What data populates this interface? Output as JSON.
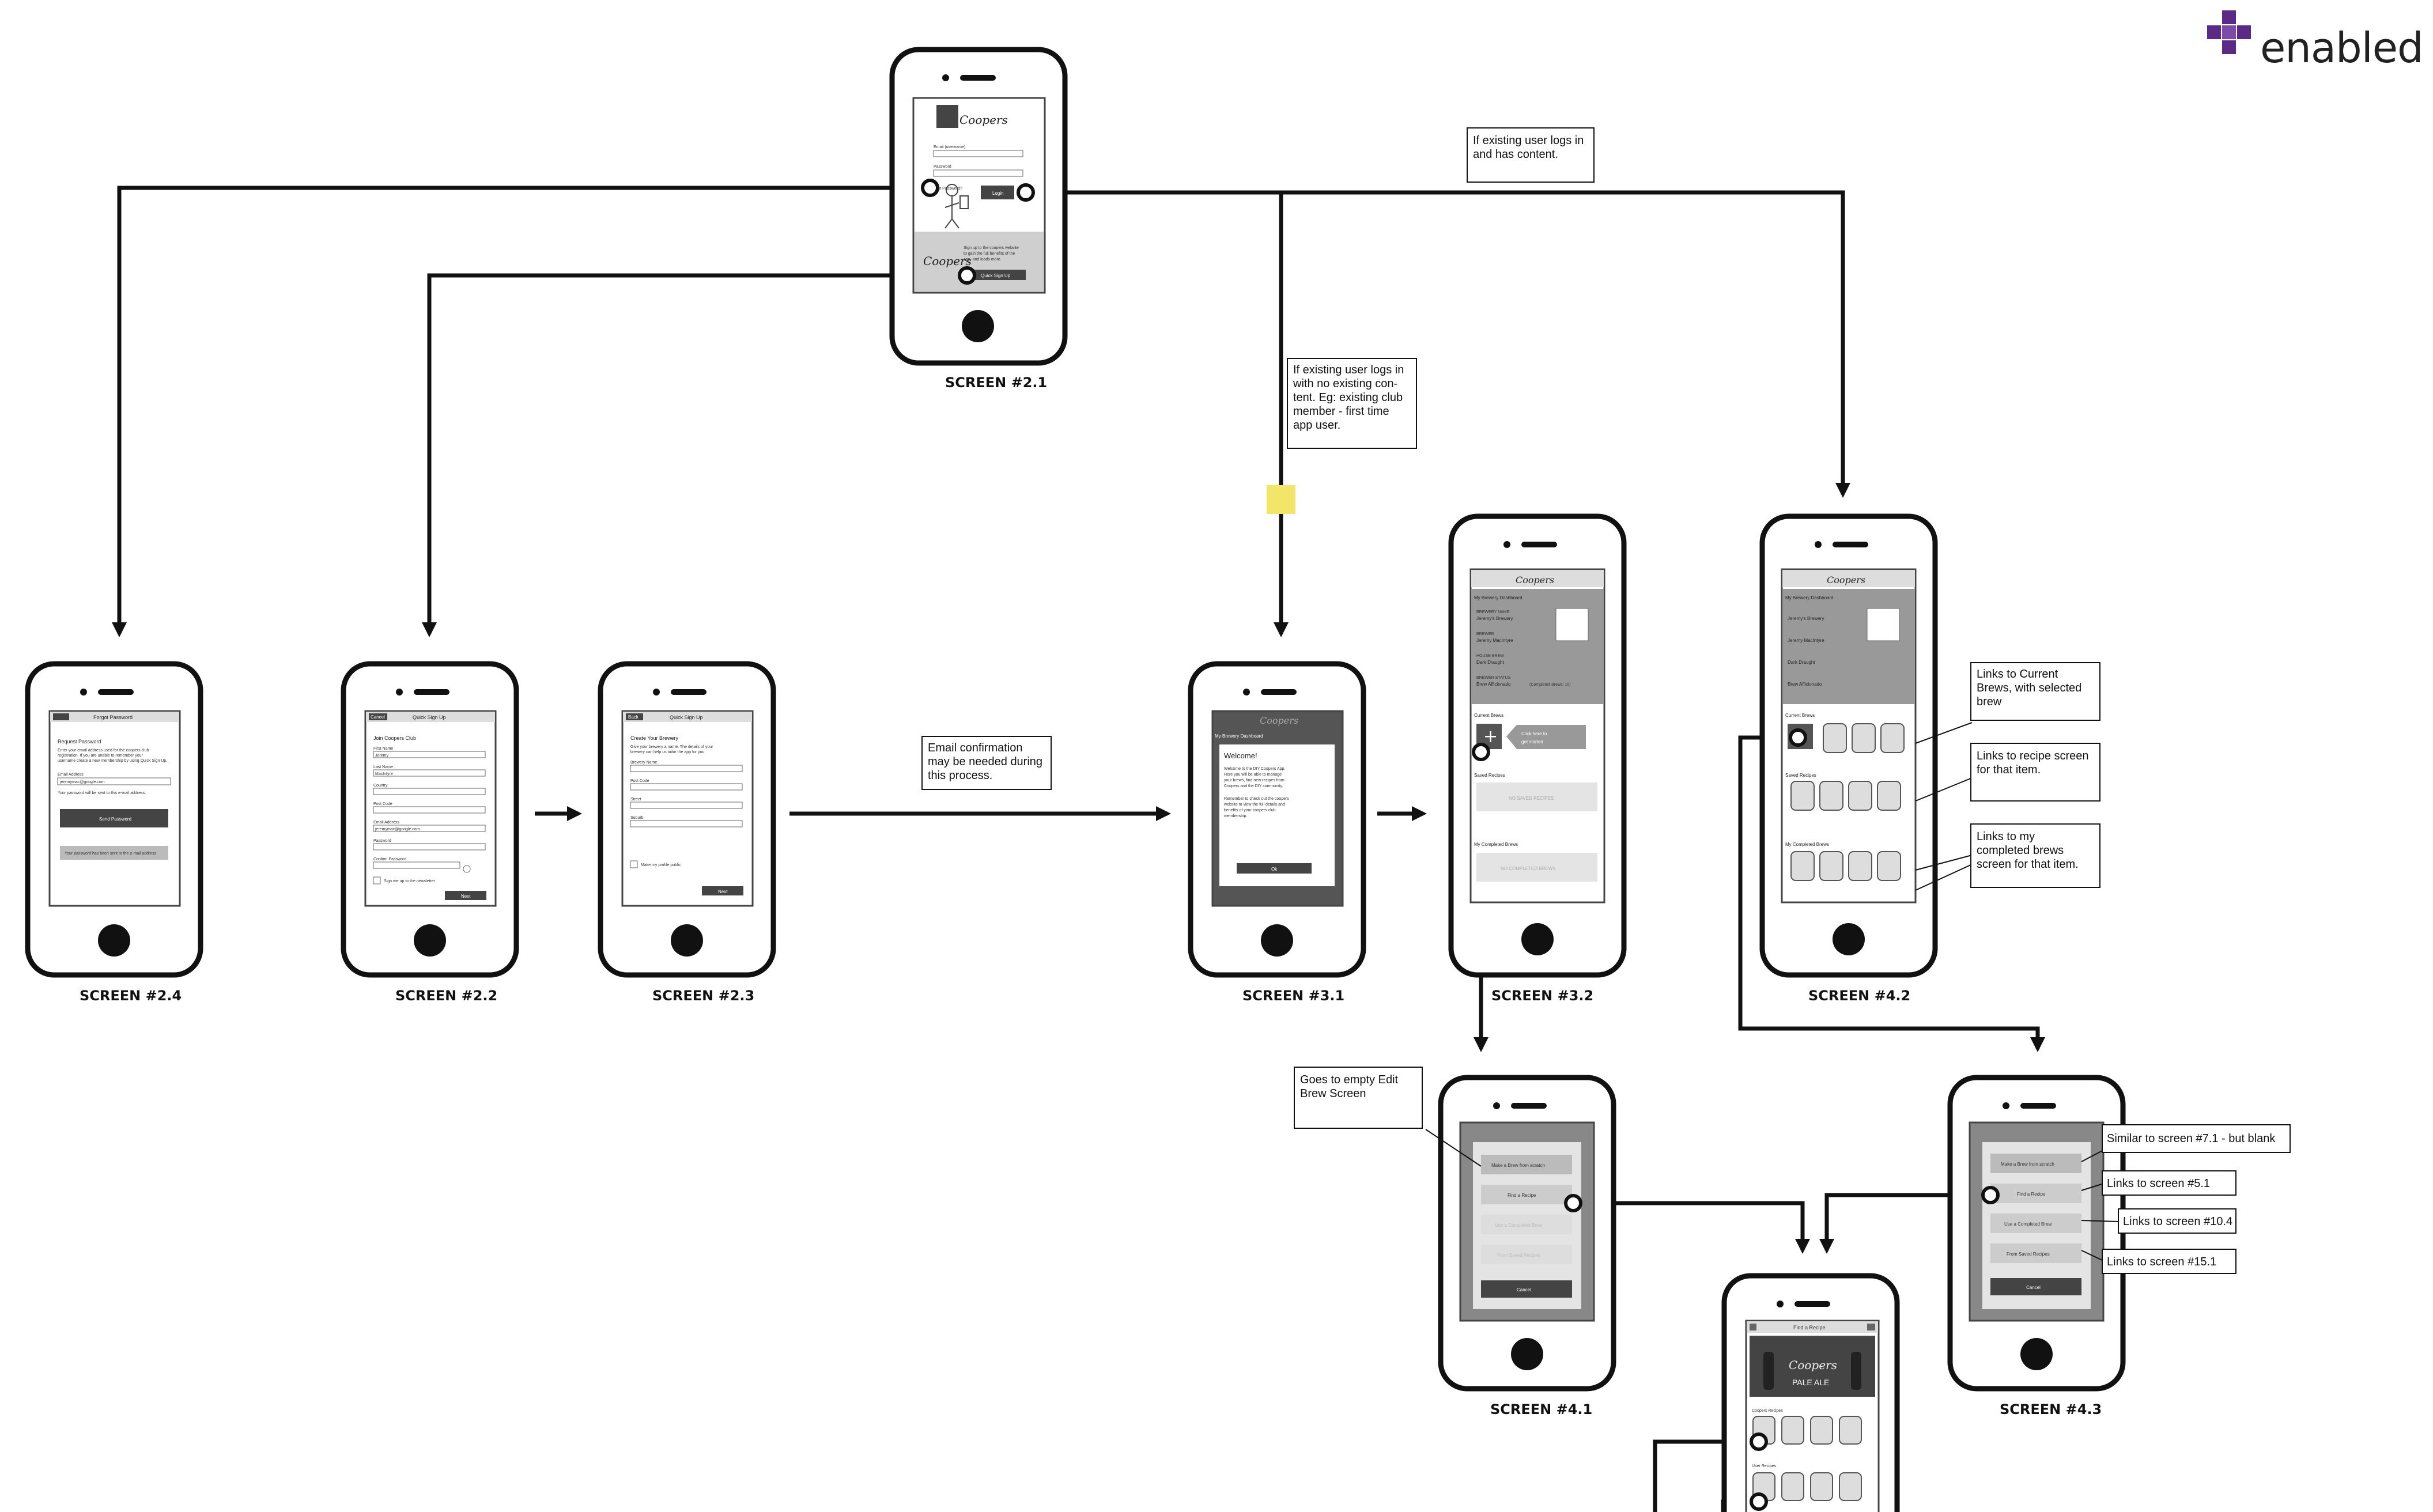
{
  "brand": {
    "logo_text": "enabled",
    "accent": "#5b2a86"
  },
  "colors": {
    "sticky": "#f3e56a",
    "dark_screen": "#555555",
    "mid_screen": "#888888",
    "light_screen": "#e4e4e4"
  },
  "screens": {
    "s21": {
      "caption": "SCREEN #2.1",
      "logo": "Coopers",
      "email_label": "Email (username)",
      "password_label": "Password",
      "forgot_label": "Lost Password?",
      "login_button": "Login",
      "signup_text": "Sign up to the coopers website to gain the full benefits of the app, and loads more.",
      "quick_signup": "Quick Sign Up"
    },
    "s24": {
      "caption": "SCREEN #2.4",
      "title": "Forgot Password",
      "heading": "Request Password",
      "body": "Enter your email address used for the coopers club registration. If you are unable to remember your username create a new membership by using the Quick Sign Up section.",
      "email_label": "Email Address",
      "email_value": "jeremymac@google.com",
      "hint": "Your password will be sent to this e-mail address.",
      "send_button": "Send Password",
      "status": "Your password has been sent to the e-mail address"
    },
    "s22": {
      "caption": "SCREEN #2.2",
      "back": "Cancel",
      "title": "Quick Sign Up",
      "heading": "Join Coopers Club",
      "first_name": "First Name",
      "first_value": "Jeremy",
      "last_name": "Last Name",
      "last_value": "MacIntyre",
      "country": "Country",
      "postcode": "Post Code",
      "email": "Email Address",
      "email_value": "jeremymac@google.com",
      "password": "Password",
      "confirm": "Confirm Password",
      "newsletter": "Sign me up to the newsletter",
      "next": "Next"
    },
    "s23": {
      "caption": "SCREEN #2.3",
      "back": "Back",
      "title": "Quick Sign Up",
      "heading": "Create Your Brewery",
      "body": "Give your brewery a name. The details of your brewery can help us tailor the app for you.",
      "brewery": "Brewery Name",
      "postcode": "Post Code",
      "street": "Street",
      "suburb": "Suburb",
      "public": "Make my profile public",
      "next": "Next"
    },
    "s31": {
      "caption": "SCREEN #3.1",
      "header": "My Brewery Dashboard",
      "welcome": "Welcome!",
      "body1": "Welcome to the DIY Coopers App. Here you will be able to manage your brews, find new recipes from Coopers and the DIY community.",
      "body2": "Remember to check out the coopers website to view the full details and benefits of your coopers club membership.",
      "ok": "Ok"
    },
    "s32": {
      "caption": "SCREEN #3.2",
      "header": "My Brewery Dashboard",
      "brewery_label": "BREWERY NAME",
      "brewery": "Jeremy's Brewery",
      "brewer_label": "BREWER",
      "brewer": "Jeremy MacIntyre",
      "house_label": "HOUSE BREW",
      "house": "Dark Draught",
      "status_label": "BREWER STATUS",
      "status": "Brew Afficionado",
      "completed_count": "(Completed Brews: 10)",
      "current": "Current Brews",
      "cta": "Click here to get started",
      "saved": "Saved Recipes",
      "no_saved": "NO SAVED RECIPES",
      "completed": "My Completed Brews",
      "no_completed": "NO COMPLETED BREWS"
    },
    "s42": {
      "caption": "SCREEN #4.2",
      "header": "My Brewery Dashboard",
      "brewery": "Jeremy's Brewery",
      "brewer": "Jeremy MacIntyre",
      "house": "Dark Draught",
      "status": "Brew Afficionado",
      "current": "Current Brews",
      "saved": "Saved Recipes",
      "completed": "My Completed Brews"
    },
    "s41": {
      "caption": "SCREEN #4.1",
      "opt1": "Make a Brew from scratch",
      "opt2": "Find a Recipe",
      "opt3": "Use a Completed Brew",
      "opt4": "From Saved Recipes",
      "cancel": "Cancel"
    },
    "s43": {
      "caption": "SCREEN #4.3",
      "opt1": "Make a Brew from scratch",
      "opt2": "Find a Recipe",
      "opt3": "Use a Completed Brew",
      "opt4": "From Saved Recipes",
      "cancel": "Cancel"
    },
    "s51": {
      "title": "Find a Recipe",
      "logo": "Coopers",
      "beer": "PALE ALE",
      "coopers_recipes": "Coopers Recipes",
      "user_recipes": "User Recipes"
    }
  },
  "notes": {
    "existing_content": "If existing user logs in and has content.",
    "existing_no_content": "If existing user logs in with no existing content. Eg: existing club member - first time app user.",
    "email_confirm": "Email confirmation may be needed during this process.",
    "links_current": "Links to Current Brews, with selected brew",
    "links_recipe": "Links to recipe screen for that item.",
    "links_completed": "Links to my completed brews screen for that item.",
    "empty_edit": "Goes to empty Edit Brew Screen",
    "similar_71": "Similar to screen #7.1 - but blank",
    "links_51": "Links to screen #5.1",
    "links_104": "Links to screen #10.4",
    "links_151": "Links to screen #15.1"
  }
}
